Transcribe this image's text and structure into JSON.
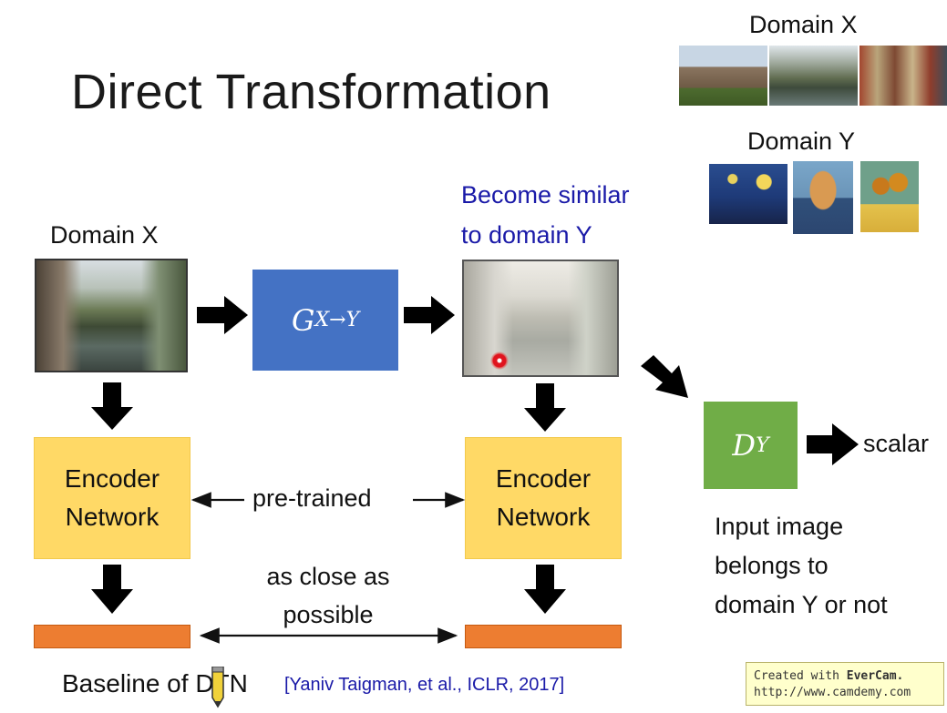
{
  "slide": {
    "title": "Direct Transformation",
    "domain_x_label": "Domain X",
    "generator_label": "G",
    "generator_sub": "X→Y",
    "become_similar_line1": "Become similar",
    "become_similar_line2": "to domain Y",
    "encoder_left_line1": "Encoder",
    "encoder_left_line2": "Network",
    "encoder_right_line1": "Encoder",
    "encoder_right_line2": "Network",
    "pretrained_label": "pre-trained",
    "close_line1": "as close as",
    "close_line2": "possible",
    "discriminator_label": "D",
    "discriminator_sub": "Y",
    "scalar_label": "scalar",
    "input_desc_line1": "Input image",
    "input_desc_line2": "belongs to",
    "input_desc_line3": "domain Y or not",
    "baseline_text": "Baseline of DTN",
    "citation": "[Yaniv Taigman, et al., ICLR, 2017]"
  },
  "legend": {
    "domain_x_title": "Domain X",
    "domain_y_title": "Domain Y"
  },
  "watermark": {
    "line1_prefix": "Created with ",
    "line1_brand": "EverCam.",
    "line2": "http://www.camdemy.com"
  },
  "colors": {
    "generator": "#4472c4",
    "discriminator": "#70ad47",
    "encoder": "#ffd966",
    "feature_bar": "#ed7d31",
    "highlight_text": "#1a1aa8"
  }
}
